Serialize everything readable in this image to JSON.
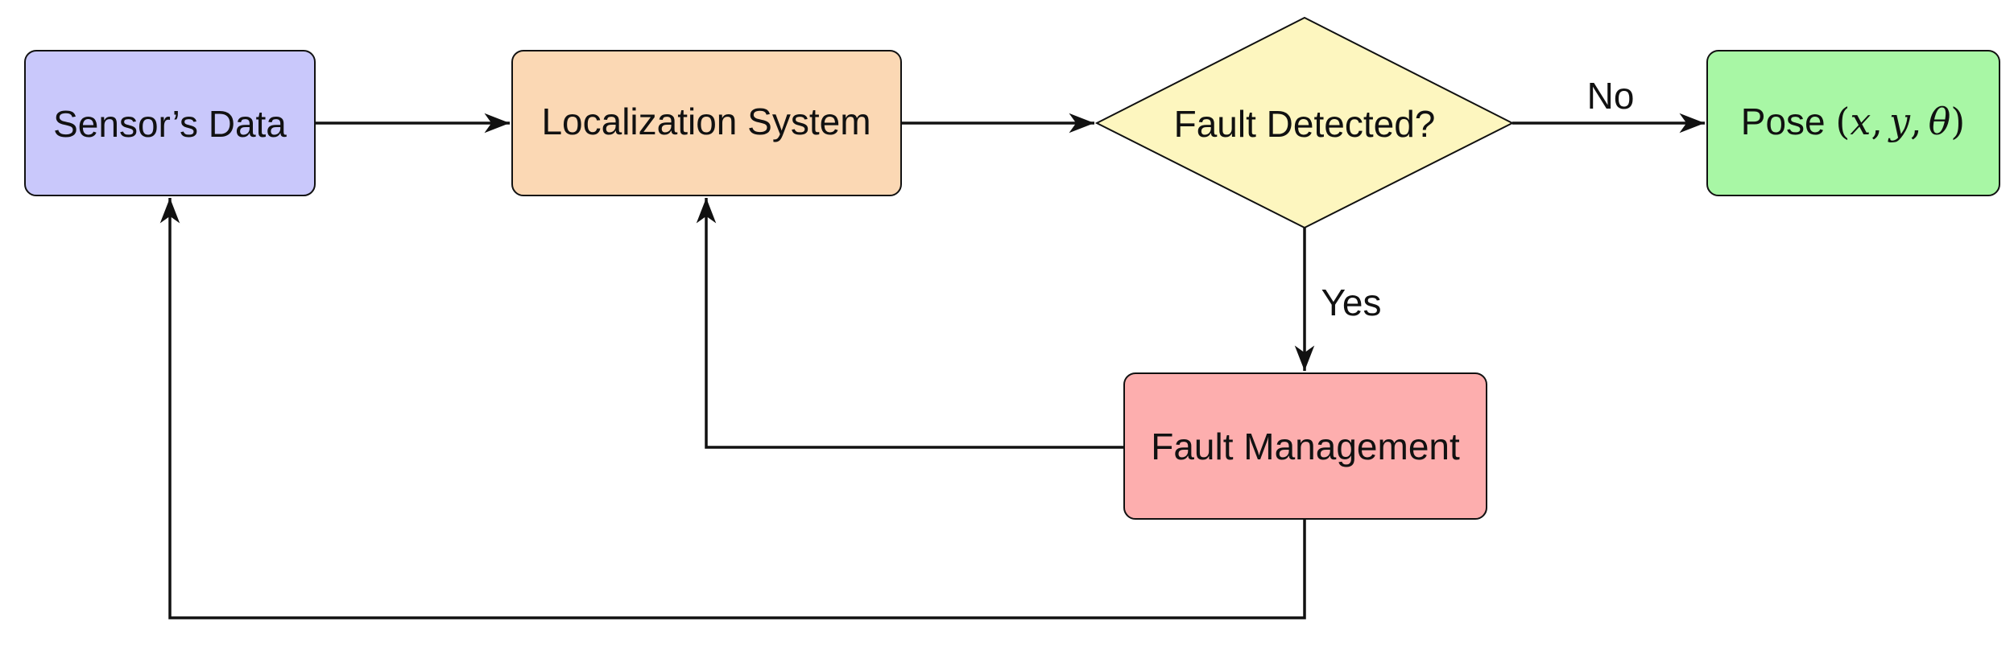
{
  "nodes": {
    "sensor": {
      "label": "Sensor’s Data",
      "fill": "#c9c8fb"
    },
    "localization": {
      "label": "Localization System",
      "fill": "#fbd8b4"
    },
    "decision": {
      "label": "Fault Detected?",
      "fill": "#fdf6bf"
    },
    "pose": {
      "label_prefix": "Pose",
      "math": {
        "open": "(",
        "x": "x",
        "comma1": ",",
        "y": "y",
        "comma2": ",",
        "theta": "θ",
        "close": ")"
      },
      "fill": "#a8f7a5"
    },
    "fault_management": {
      "label": "Fault Management",
      "fill": "#fdaeae"
    }
  },
  "edges": {
    "no_label": "No",
    "yes_label": "Yes"
  },
  "colors": {
    "stroke": "#111111",
    "background": "#ffffff"
  }
}
